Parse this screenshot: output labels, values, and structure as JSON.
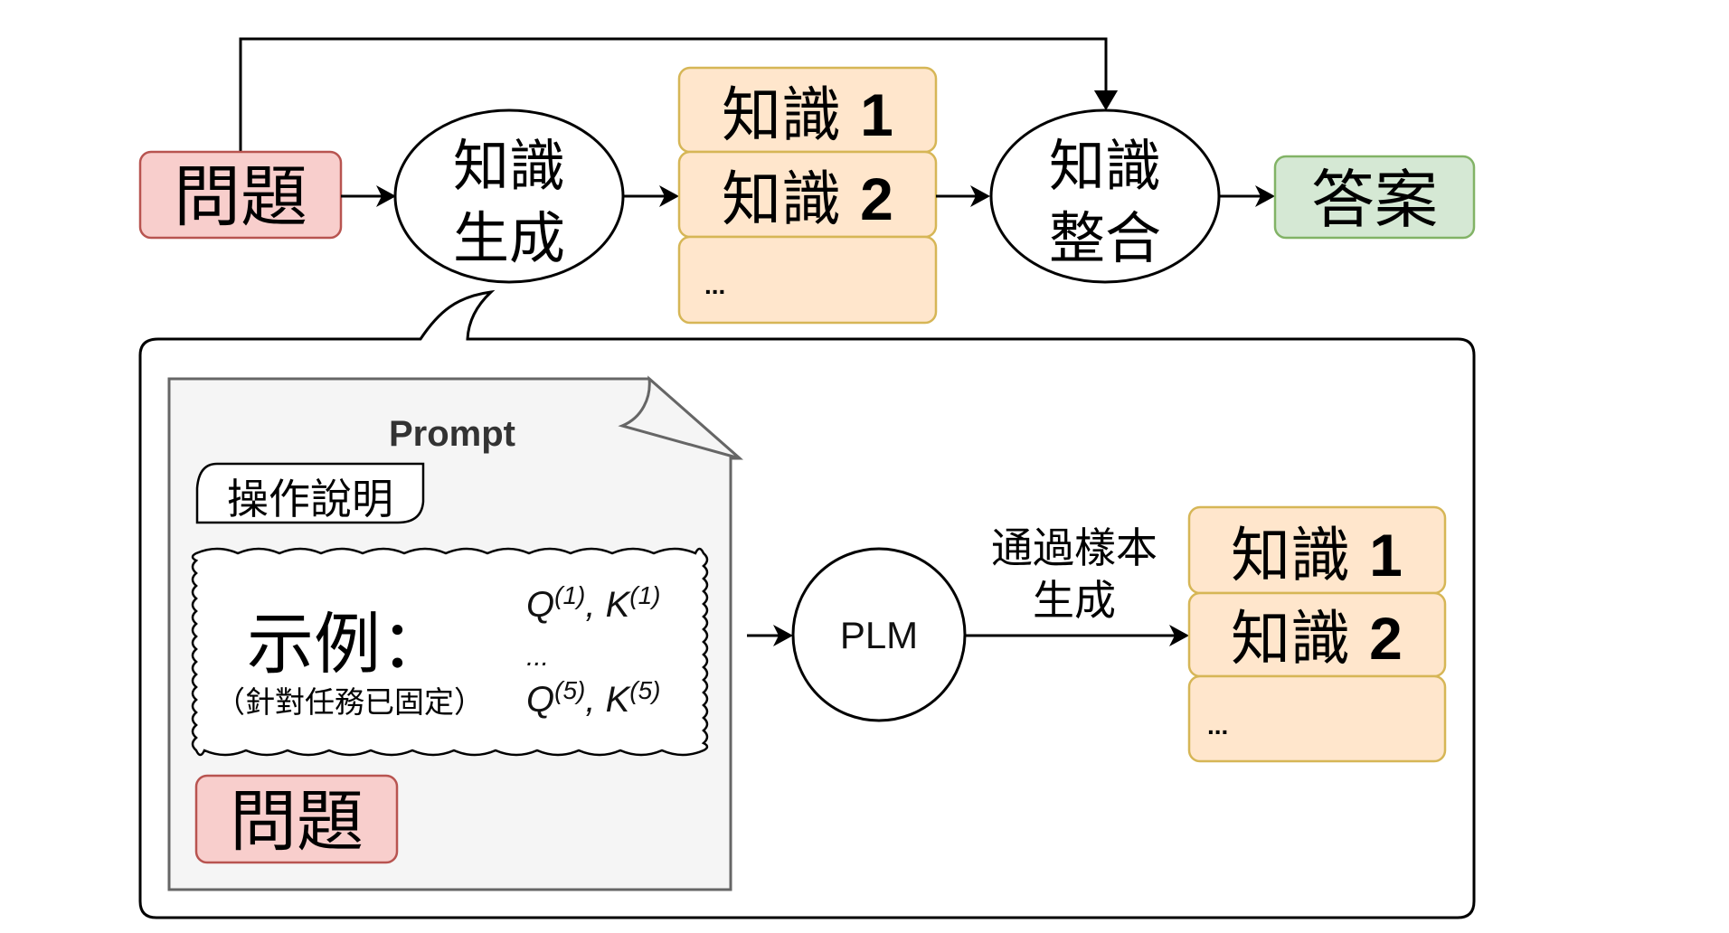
{
  "colors": {
    "question_fill": "#f8cecc",
    "question_stroke": "#b85450",
    "knowledge_fill": "#ffe6cc",
    "knowledge_stroke": "#d6b656",
    "answer_fill": "#d5e8d4",
    "answer_stroke": "#82b366",
    "prompt_fill": "#f5f5f5",
    "prompt_stroke": "#666666",
    "line": "#000000"
  },
  "top_flow": {
    "question": "問題",
    "knowledge_generation": [
      "知識",
      "生成"
    ],
    "knowledge_items": [
      "知識 1",
      "知識 2",
      "..."
    ],
    "knowledge_integration": [
      "知識",
      "整合"
    ],
    "answer": "答案"
  },
  "callout": {
    "prompt": {
      "title": "Prompt",
      "instruction_tag": "操作說明",
      "examples": {
        "label": "示例：",
        "note": "（針對任務已固定）",
        "first_pair": {
          "q": "Q",
          "q_sup": "(1)",
          "sep": ", ",
          "k": "K",
          "k_sup": "(1)"
        },
        "ellipsis": "...",
        "last_pair": {
          "q": "Q",
          "q_sup": "(5)",
          "sep": ", ",
          "k": "K",
          "k_sup": "(5)"
        }
      },
      "question": "問題"
    },
    "model": "PLM",
    "edge_label": [
      "通過樣本",
      "生成"
    ],
    "knowledge_items": [
      "知識 1",
      "知識 2",
      "..."
    ]
  }
}
